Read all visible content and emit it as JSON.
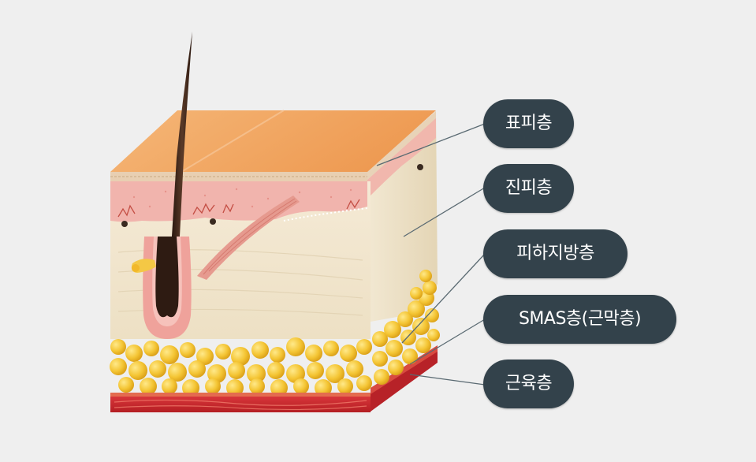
{
  "labels": {
    "epidermis": "표피층",
    "dermis": "진피층",
    "subcutaneous": "피하지방층",
    "smas": "SMAS층(근막층)",
    "muscle": "근육층"
  },
  "colors": {
    "background": "#efefef",
    "pill": "#33424b",
    "pill_text": "#ffffff",
    "epidermis_top": "#f0a865",
    "dermis_pink": "#f1b4ad",
    "dermis_cream": "#f2e6cf",
    "fat_yellow": "#f3c436",
    "muscle_red": "#c8242a",
    "hair": "#3a2418"
  }
}
